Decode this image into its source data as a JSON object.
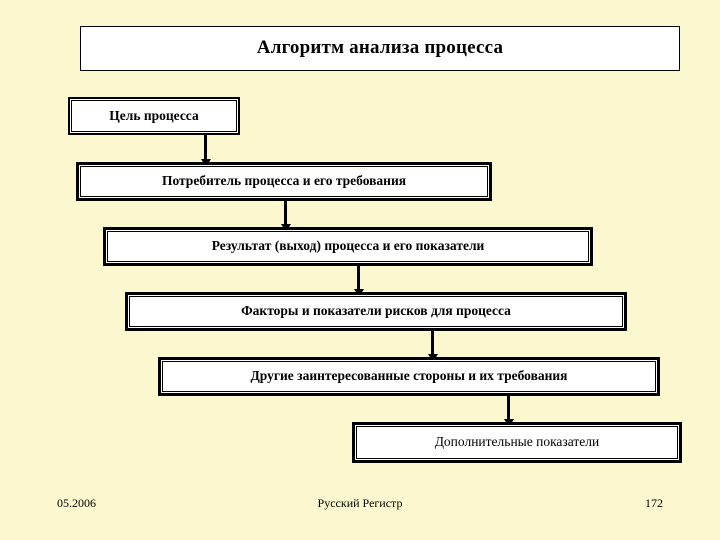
{
  "slide": {
    "background_color": "#fbf7ce",
    "box_fill_color": "#ffffff",
    "line_color": "#000000",
    "title": "Алгоритм анализа процесса"
  },
  "flow": {
    "steps": [
      {
        "id": "goal",
        "label": "Цель процесса"
      },
      {
        "id": "consumer",
        "label": "Потребитель процесса и его требования"
      },
      {
        "id": "result",
        "label": "Результат  (выход) процесса и его показатели"
      },
      {
        "id": "risks",
        "label": "Факторы и показатели  рисков для процесса"
      },
      {
        "id": "stakeholders",
        "label": "Другие заинтересованные стороны и их требования"
      },
      {
        "id": "extra",
        "label": "Дополнительные показатели"
      }
    ],
    "connectors": [
      {
        "from": "goal",
        "to": "consumer",
        "kind": "down-arrow"
      },
      {
        "from": "consumer",
        "to": "result",
        "kind": "down-arrow"
      },
      {
        "from": "result",
        "to": "risks",
        "kind": "down-arrow"
      },
      {
        "from": "risks",
        "to": "stakeholders",
        "kind": "down-arrow"
      },
      {
        "from": "stakeholders",
        "to": "extra",
        "kind": "down-arrow"
      }
    ]
  },
  "footer": {
    "date": "05.2006",
    "organization": "Русский Регистр",
    "page_number": "172"
  }
}
